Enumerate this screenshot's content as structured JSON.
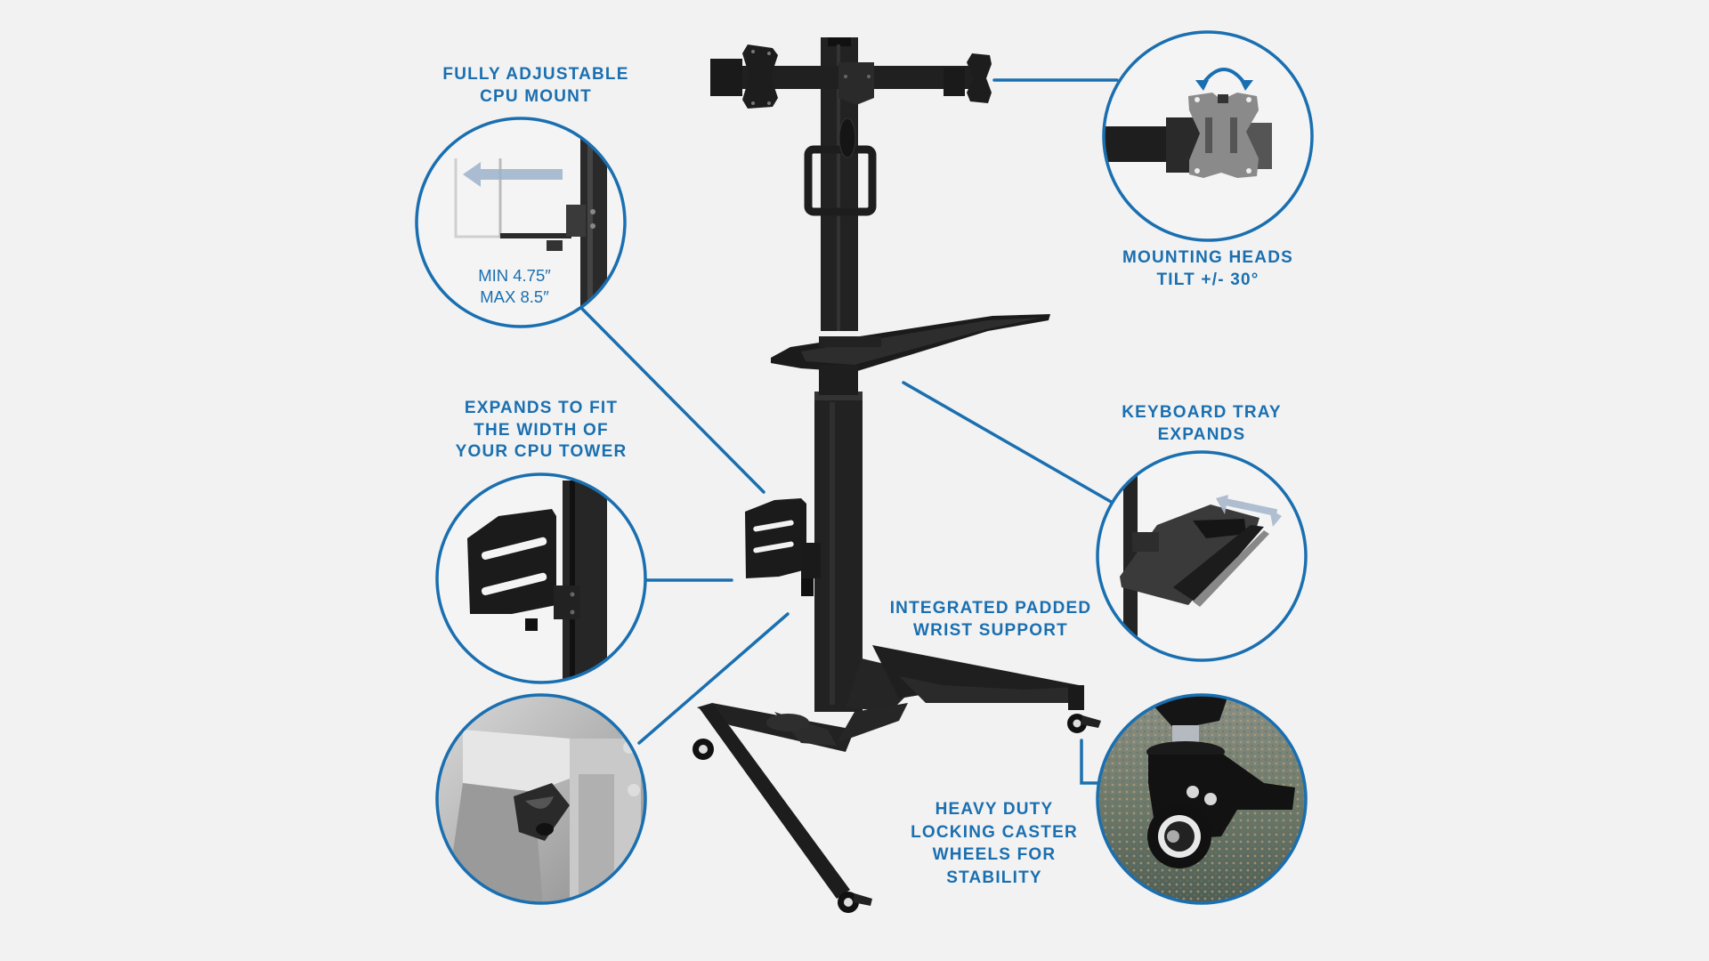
{
  "page": {
    "background": "#f2f2f2",
    "accent_color": "#1a6fb0",
    "product_color": "#1c1c1c"
  },
  "callouts": {
    "cpu_mount": {
      "lines": [
        "FULLY ADJUSTABLE",
        "CPU MOUNT"
      ],
      "circle_text": [
        "MIN 4.75″",
        "MAX 8.5″"
      ]
    },
    "mounting_heads": {
      "lines": [
        "MOUNTING HEADS",
        "TILT +/- 30°"
      ]
    },
    "cpu_width": {
      "lines": [
        "EXPANDS TO FIT",
        "THE WIDTH OF",
        "YOUR CPU TOWER"
      ]
    },
    "keyboard_tray": {
      "lines": [
        "KEYBOARD TRAY",
        "EXPANDS"
      ]
    },
    "wrist_support": {
      "lines": [
        "INTEGRATED PADDED",
        "WRIST SUPPORT"
      ]
    },
    "casters": {
      "lines": [
        "HEAVY DUTY",
        "LOCKING CASTER",
        "WHEELS FOR",
        "STABILITY"
      ]
    }
  },
  "icons": {
    "tilt_arrow": "curved-double-arrow",
    "expand_arrow_cpu": "left-arrow",
    "expand_arrow_tray": "double-arrow"
  }
}
